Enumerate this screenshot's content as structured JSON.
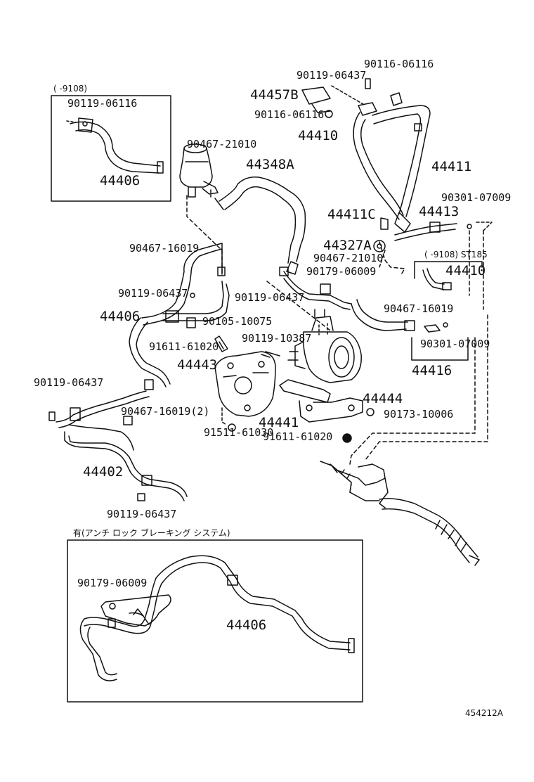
{
  "labels": {
    "inset_top_range": "(     -9108)",
    "inset_top_bolt": "90119-06116",
    "inset_top_hose": "44406",
    "p_90119_06437_top": "90119-06437",
    "p_90116_06116_top": "90116-06116",
    "p_44457B": "44457B",
    "p_90116_06116_mid": "90116-06116",
    "p_44410": "44410",
    "p_44411": "44411",
    "p_90467_21010_a": "90467-21010",
    "p_44348A": "44348A",
    "p_90301_07009_a": "90301-07009",
    "p_44411C": "44411C",
    "p_44413": "44413",
    "p_90467_16019_a": "90467-16019",
    "p_44327A": "44327A",
    "p_90467_21010_b": "90467-21010",
    "p_range_st185": "(     -9108) ST185",
    "p_90179_06009_a": "90179-06009",
    "p_44410_b": "44410",
    "p_90119_06437_b": "90119-06437",
    "p_90119_06437_c": "90119-06437",
    "p_44406": "44406",
    "p_90467_16019_b": "90467-16019",
    "p_90105_10075": "90105-10075",
    "p_90119_10387": "90119-10387",
    "p_91611_61020_a": "91611-61020",
    "p_90301_07009_b": "90301-07009",
    "p_44443": "44443",
    "p_44416": "44416",
    "p_90119_06437_d": "90119-06437",
    "p_44444": "44444",
    "p_90467_16019_c": "90467-16019(2)",
    "p_90173_10006": "90173-10006",
    "p_44441": "44441",
    "p_91511_61030": "91511-61030",
    "p_91611_61020_b": "91611-61020",
    "p_44402": "44402",
    "p_90119_06437_e": "90119-06437",
    "abs_caption": "有(アンチ ロック ブレーキング システム)",
    "abs_90179_06009": "90179-06009",
    "abs_44406": "44406",
    "figure_id": "454212A"
  }
}
